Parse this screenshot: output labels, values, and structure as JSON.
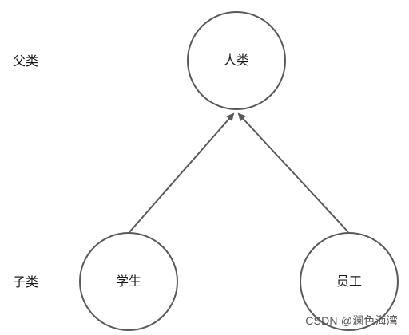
{
  "labels": {
    "parent": "父类",
    "child": "子类"
  },
  "nodes": {
    "parent": {
      "text": "人类"
    },
    "child_left": {
      "text": "学生"
    },
    "child_right": {
      "text": "员工"
    }
  },
  "edges": [
    {
      "from": "学生",
      "to": "人类",
      "relation": "inherits"
    },
    {
      "from": "员工",
      "to": "人类",
      "relation": "inherits"
    }
  ],
  "watermark": "CSDN @澜色海湾",
  "colors": {
    "stroke": "#595959",
    "text": "#1a1a1a",
    "background": "#ffffff"
  }
}
